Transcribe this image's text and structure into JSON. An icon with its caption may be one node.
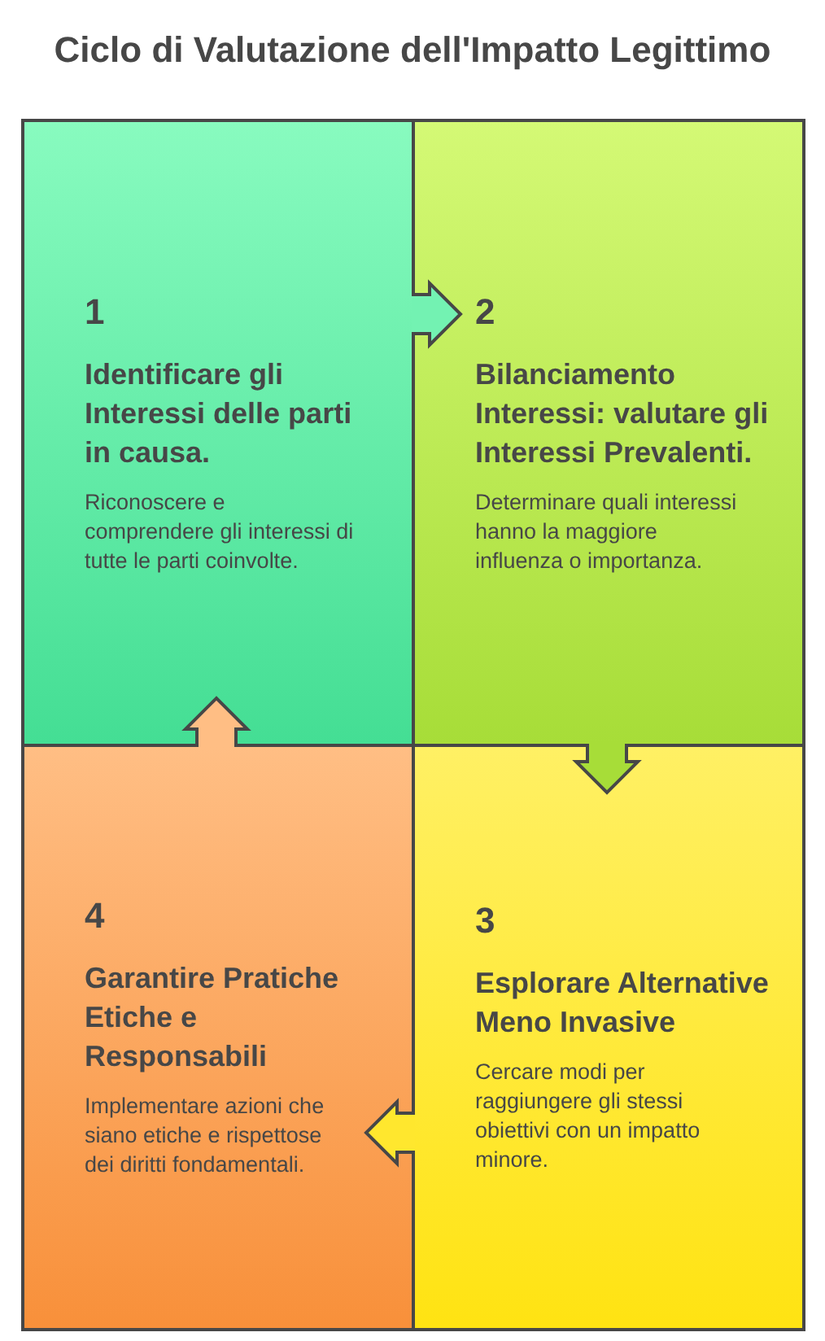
{
  "diagram": {
    "title": "Ciclo di Valutazione dell'Impatto Legittimo",
    "nodes": [
      {
        "text": [
          "1",
          "Identificare gli Interessi delle parti in causa.",
          "Riconoscere e comprendere gli interessi di tutte le parti coinvolte."
        ]
      },
      {
        "text": [
          "2",
          "Bilanciamento Interessi: valutare gli Interessi Prevalenti.",
          "Determinare quali interessi hanno la maggiore influenza o importanza."
        ]
      },
      {
        "text": [
          "4",
          "Garantire Pratiche Etiche e Responsabili",
          "Implementare azioni che siano etiche e rispettose dei diritti fondamentali."
        ]
      },
      {
        "text": [
          "3",
          "Esplorare Alternative Meno Invasive",
          "Cercare modi per raggiungere gli stessi obiettivi con un impatto minore."
        ]
      }
    ],
    "edges": [
      {
        "from": 0,
        "to": 1,
        "arrow": "to"
      },
      {
        "from": 1,
        "to": 3,
        "arrow": "to"
      },
      {
        "from": 3,
        "to": 2,
        "arrow": "to"
      },
      {
        "from": 2,
        "to": 0,
        "arrow": "to"
      }
    ]
  }
}
